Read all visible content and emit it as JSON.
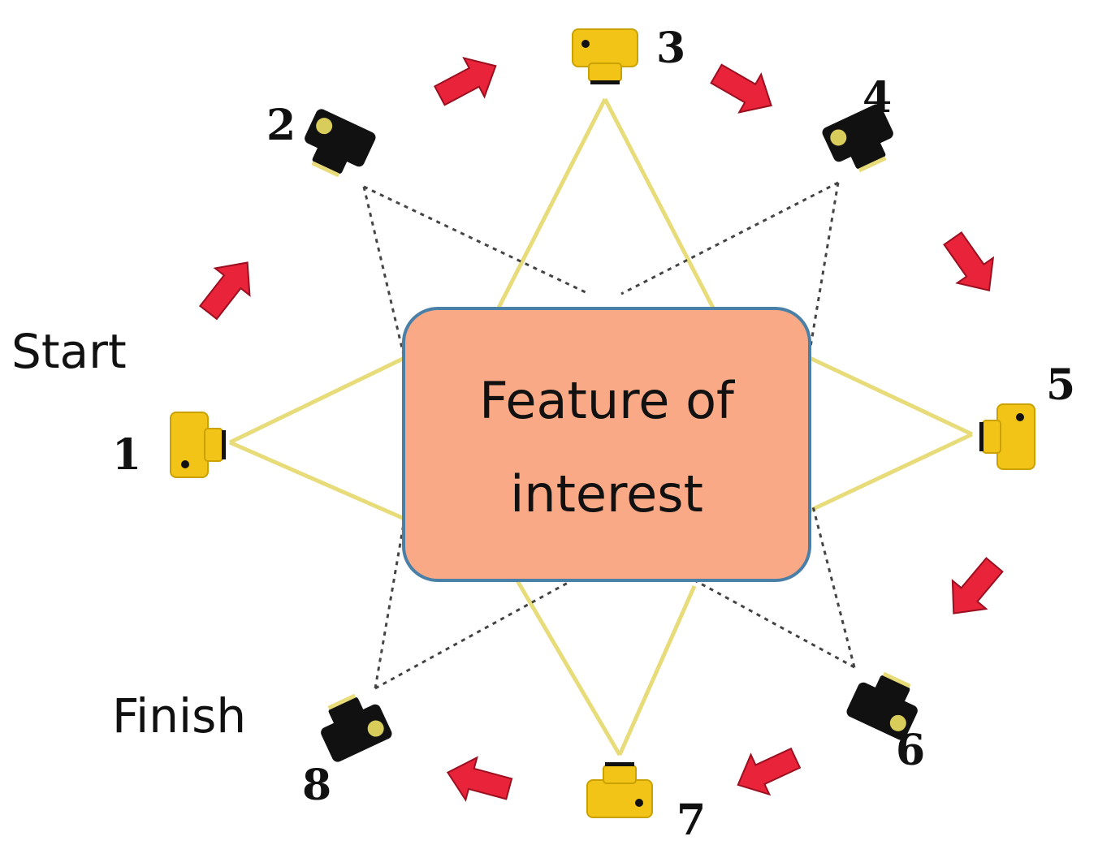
{
  "feature_box": {
    "line1": "Feature of",
    "line2": "interest",
    "fill": "#F9A986",
    "stroke": "#4A7FA8"
  },
  "labels": {
    "start": "Start",
    "finish": "Finish"
  },
  "cameras": [
    {
      "id": "1",
      "label": "1",
      "color": "yellow"
    },
    {
      "id": "2",
      "label": "2",
      "color": "black"
    },
    {
      "id": "3",
      "label": "3",
      "color": "yellow"
    },
    {
      "id": "4",
      "label": "4",
      "color": "black"
    },
    {
      "id": "5",
      "label": "5",
      "color": "yellow"
    },
    {
      "id": "6",
      "label": "6",
      "color": "black"
    },
    {
      "id": "7",
      "label": "7",
      "color": "yellow"
    },
    {
      "id": "8",
      "label": "8",
      "color": "black"
    }
  ],
  "colors": {
    "yellow_camera": "#F2C418",
    "black_camera": "#111111",
    "arrow": "#E8233A",
    "yellow_line": "#E8DC7A",
    "dotted_line": "#444444"
  }
}
